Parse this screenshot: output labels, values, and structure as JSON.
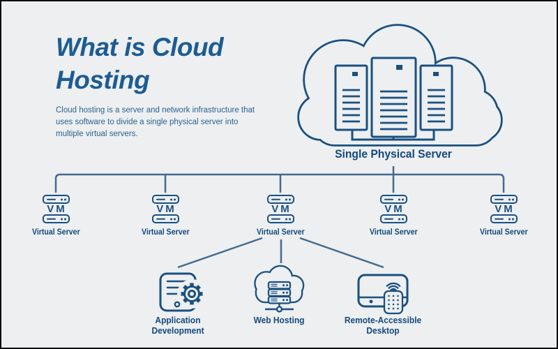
{
  "header": {
    "title_line1": "What is Cloud",
    "title_line2": "Hosting",
    "description": "Cloud hosting is a server and network infrastructure that uses software to divide a single physical server into multiple virtual servers."
  },
  "diagram": {
    "root": {
      "icon": "cloud-with-server-racks-icon",
      "label": "Single Physical Server"
    },
    "virtual_servers": [
      {
        "icon": "vm-server-icon",
        "icon_text": "VM",
        "label": "Virtual Server"
      },
      {
        "icon": "vm-server-icon",
        "icon_text": "VM",
        "label": "Virtual Server"
      },
      {
        "icon": "vm-server-icon",
        "icon_text": "VM",
        "label": "Virtual Server"
      },
      {
        "icon": "vm-server-icon",
        "icon_text": "VM",
        "label": "Virtual Server"
      },
      {
        "icon": "vm-server-icon",
        "icon_text": "VM",
        "label": "Virtual Server"
      }
    ],
    "services": [
      {
        "icon": "app-development-gear-document-icon",
        "label_lines": [
          "Application",
          "Development"
        ]
      },
      {
        "icon": "cloud-server-network-icon",
        "label_lines": [
          "Web Hosting"
        ]
      },
      {
        "icon": "remote-control-desktop-wifi-icon",
        "label_lines": [
          "Remote-Accessible",
          "Desktop"
        ]
      }
    ]
  },
  "colors": {
    "background": "#edeff1",
    "border": "#0d0d0d",
    "title": "#1d5c92",
    "body_text": "#2d6090",
    "label": "#14497c",
    "icon": "#1a5080",
    "connector": "#456a8e"
  }
}
